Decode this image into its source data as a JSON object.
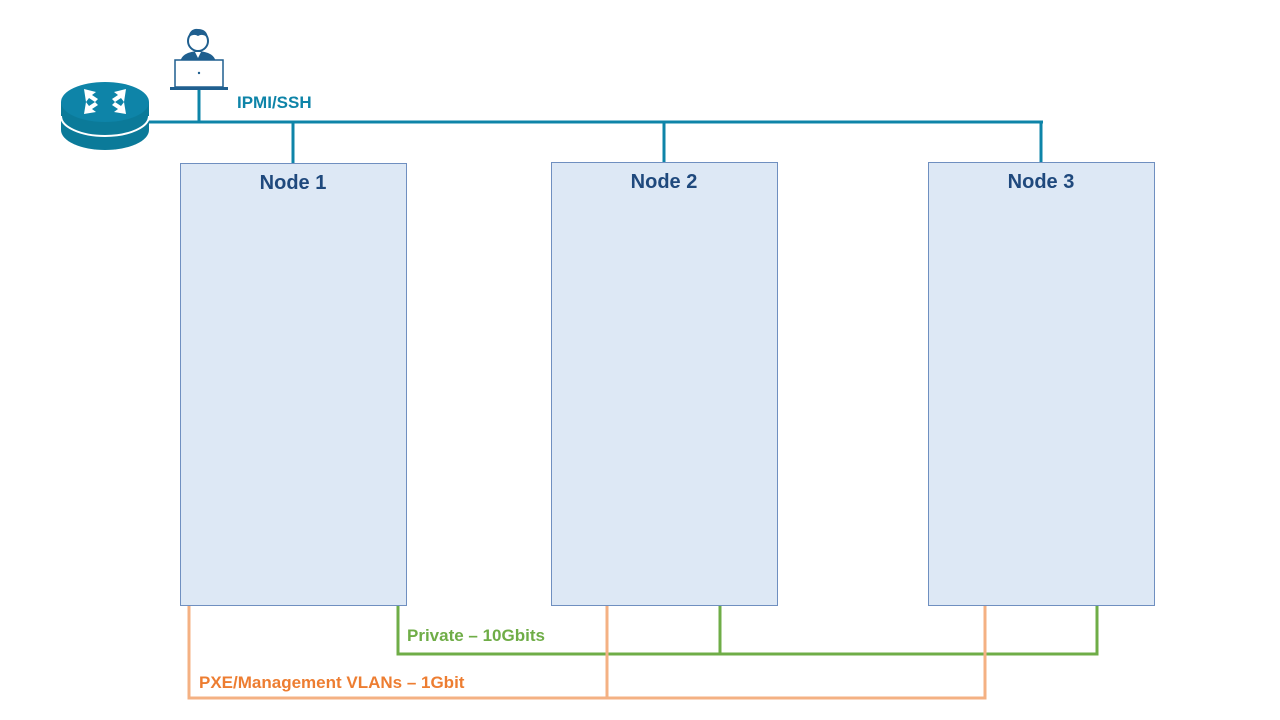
{
  "colors": {
    "ipmi": "#0e84a8",
    "private": "#6fad47",
    "pxe_label": "#ed7d31",
    "pxe_line": "#f4b183",
    "node_fill": "#dde8f5",
    "node_stroke": "#6f8fc0",
    "node_title": "#1f497d"
  },
  "icons": {
    "router": "router-icon",
    "admin": "admin-laptop-icon"
  },
  "networks": {
    "ipmi": {
      "label": "IPMI/SSH"
    },
    "private": {
      "label": "Private – 10Gbits"
    },
    "pxe": {
      "label": "PXE/Management VLANs – 1Gbit"
    }
  },
  "nodes": [
    {
      "title": "Node 1"
    },
    {
      "title": "Node 2"
    },
    {
      "title": "Node 3"
    }
  ]
}
